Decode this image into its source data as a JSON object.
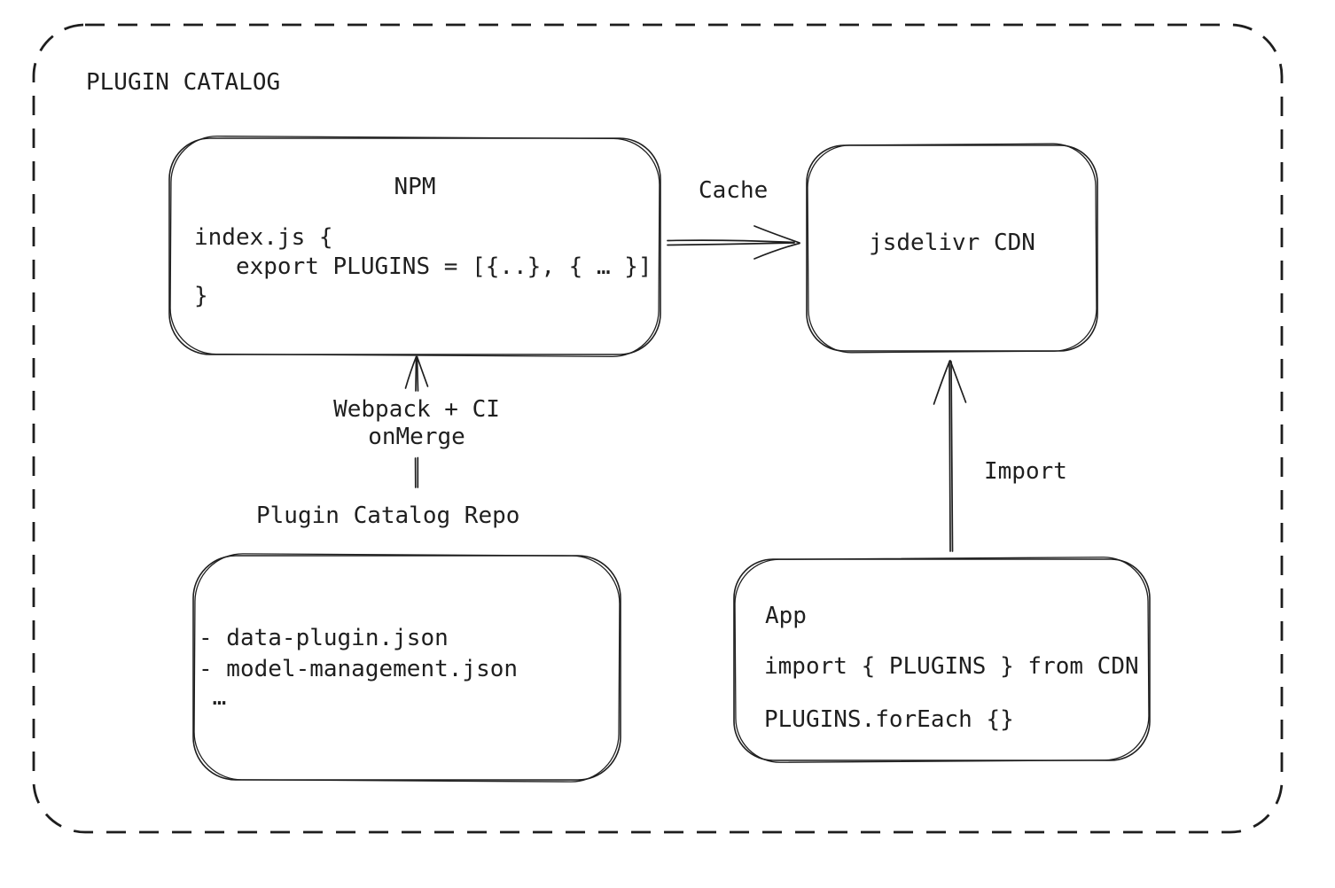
{
  "colors": {
    "stroke": "#1e1e1e",
    "text": "#1f1f1f",
    "background": "#ffffff"
  },
  "diagram": {
    "title": "PLUGIN CATALOG",
    "npm": {
      "title": "NPM",
      "line1": "index.js {",
      "line2": "   export PLUGINS = [{..}, { … }]",
      "line3": "}"
    },
    "cdn": {
      "label": "jsdelivr CDN"
    },
    "repo": {
      "label": "Plugin Catalog Repo",
      "item1": "- data-plugin.json",
      "item2": "- model-management.json",
      "item3": " …"
    },
    "app": {
      "title": "App",
      "line1": "import { PLUGINS } from CDN",
      "line2": "PLUGINS.forEach {}"
    },
    "edges": {
      "cache": "Cache",
      "build_line1": "Webpack + CI",
      "build_line2": "onMerge",
      "import": "Import"
    }
  }
}
